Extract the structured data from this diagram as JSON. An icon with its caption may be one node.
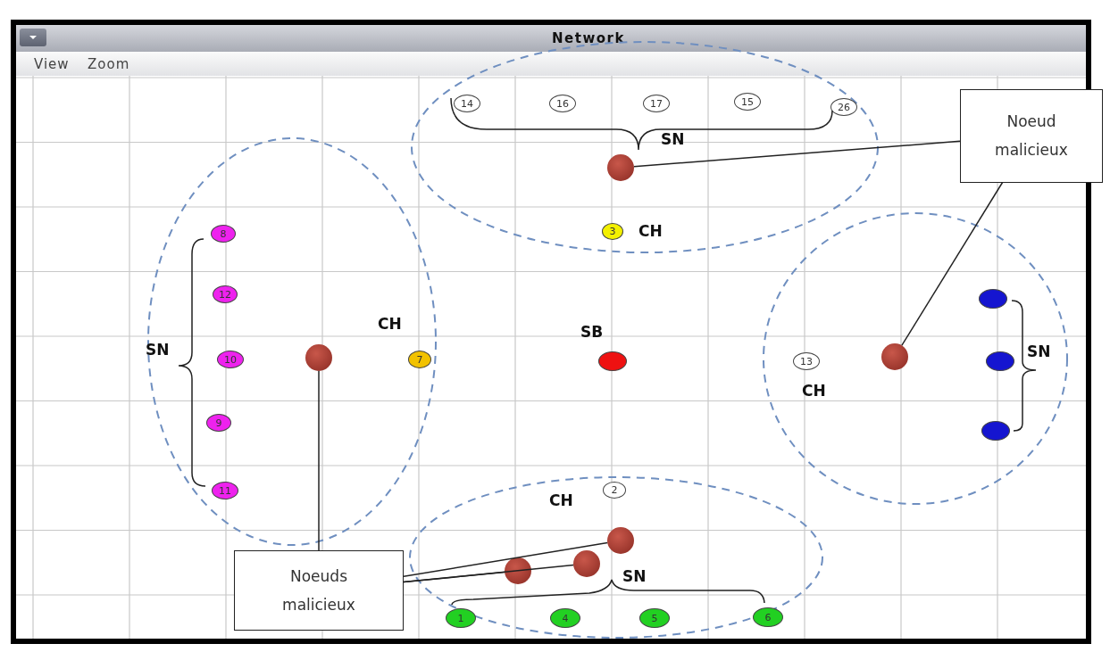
{
  "diagram": {
    "nodes": [
      {
        "text": [
          "Network"
        ]
      },
      {
        "text": [],
        "shape": "ellipse",
        "in": 0
      },
      {
        "text": [
          "14"
        ],
        "in": 1
      },
      {
        "text": [
          "16"
        ],
        "in": 1
      },
      {
        "text": [
          "17"
        ],
        "in": 1
      },
      {
        "text": [
          "15"
        ],
        "in": 1
      },
      {
        "text": [
          "26"
        ],
        "in": 1
      },
      {
        "text": [],
        "shape": "circle",
        "in": 1
      },
      {
        "text": [
          "3"
        ],
        "beside": [
          "CH"
        ],
        "in": 1
      },
      {
        "text": [],
        "shape": "ellipse",
        "in": 0
      },
      {
        "text": [
          "8"
        ],
        "in": 9
      },
      {
        "text": [
          "12"
        ],
        "in": 9
      },
      {
        "text": [
          "10"
        ],
        "in": 9
      },
      {
        "text": [
          "9"
        ],
        "in": 9
      },
      {
        "text": [
          "11"
        ],
        "in": 9
      },
      {
        "text": [],
        "shape": "circle",
        "in": 9
      },
      {
        "text": [
          "7"
        ],
        "beside": [
          "CH"
        ],
        "in": 9
      },
      {
        "text": [],
        "shape": "circle",
        "beside": [
          "SB"
        ],
        "in": 0
      },
      {
        "text": [],
        "shape": "ellipse",
        "in": 0
      },
      {
        "text": [
          "13"
        ],
        "beside": [
          "CH"
        ],
        "in": 18
      },
      {
        "text": [],
        "shape": "circle",
        "in": 18
      },
      {
        "text": [],
        "shape": "circle",
        "in": 18
      },
      {
        "text": [],
        "shape": "circle",
        "in": 18
      },
      {
        "text": [],
        "shape": "circle",
        "in": 18
      },
      {
        "text": [],
        "shape": "ellipse",
        "in": 0
      },
      {
        "text": [
          "2"
        ],
        "beside": [
          "CH"
        ],
        "in": 24
      },
      {
        "text": [],
        "shape": "circle",
        "in": 24
      },
      {
        "text": [],
        "shape": "circle",
        "in": 24
      },
      {
        "text": [],
        "shape": "circle",
        "in": 24
      },
      {
        "text": [
          "1"
        ],
        "in": 24
      },
      {
        "text": [
          "4"
        ],
        "in": 24
      },
      {
        "text": [
          "5"
        ],
        "in": 24
      },
      {
        "text": [
          "6"
        ],
        "in": 24
      },
      {
        "text": [
          "Noeud malicieux"
        ]
      },
      {
        "text": [
          "Noeuds malicieux"
        ],
        "in": 0
      }
    ],
    "edges": [
      {
        "from": 33,
        "to": 7,
        "arrow": "none"
      },
      {
        "from": 33,
        "to": 20,
        "arrow": "none"
      },
      {
        "from": 34,
        "to": 15,
        "arrow": "none"
      },
      {
        "from": 34,
        "to": 26,
        "arrow": "none"
      },
      {
        "from": 34,
        "to": 27,
        "arrow": "none"
      },
      {
        "from": 34,
        "to": 28,
        "arrow": "none"
      }
    ],
    "labels": [
      "View",
      "Zoom",
      "SN",
      "SN",
      "SN",
      "SN"
    ]
  }
}
